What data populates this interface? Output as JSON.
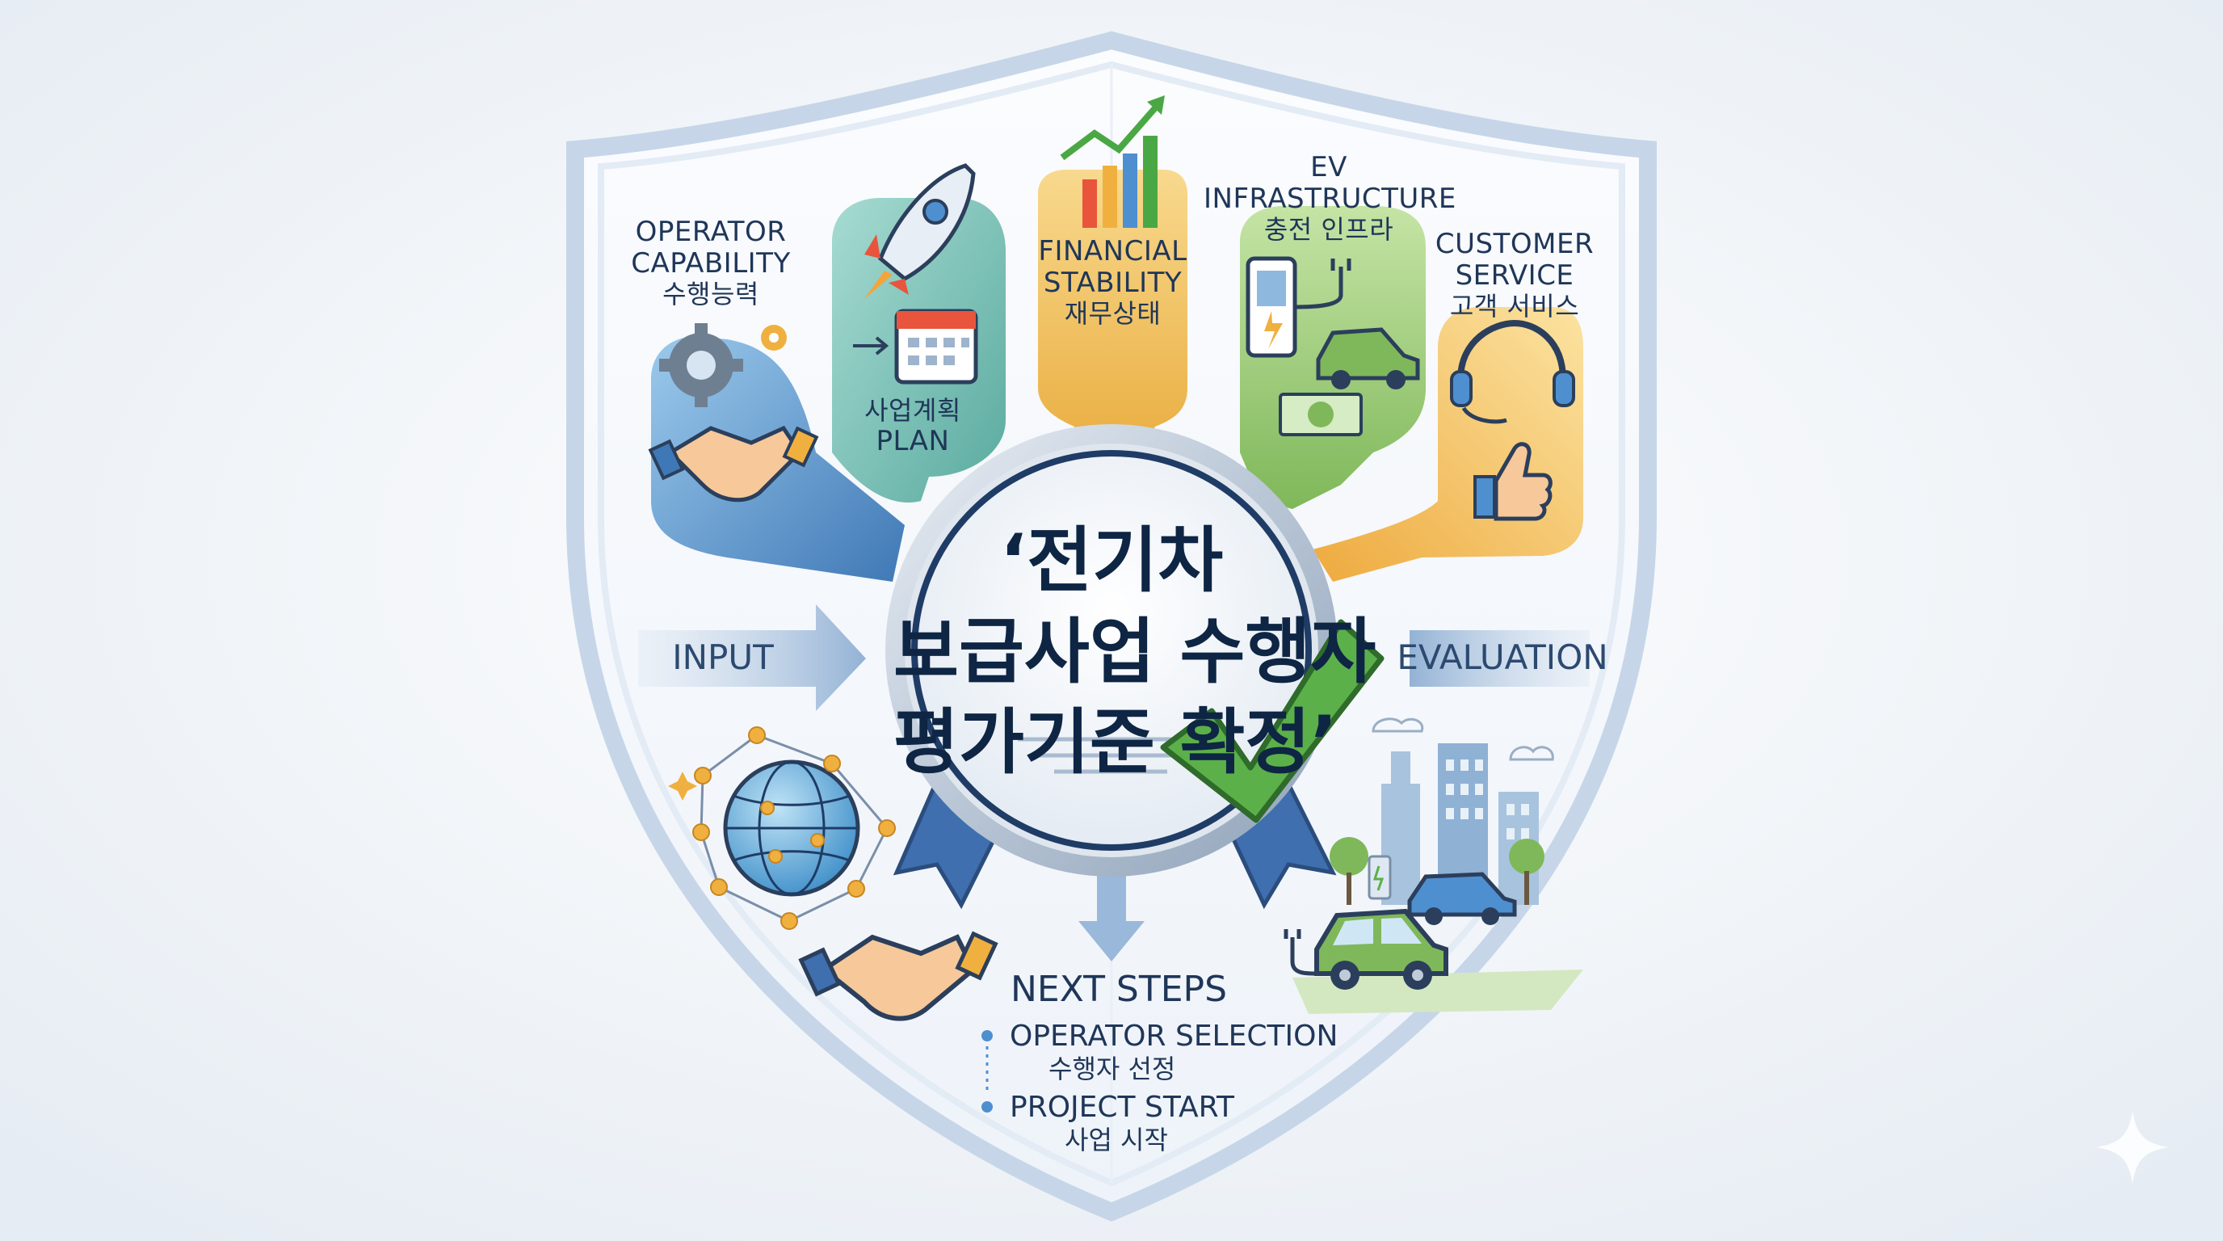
{
  "center": {
    "headline_line1": "‘전기차",
    "headline_line2": "보급사업 수행자",
    "headline_line3": "평가기준 확정’"
  },
  "criteria": {
    "operator_capability": {
      "en_line1": "OPERATOR",
      "en_line2": "CAPABILITY",
      "ko": "수행능력"
    },
    "plan": {
      "ko": "사업계획",
      "en": "PLAN"
    },
    "financial_stability": {
      "en_line1": "FINANCIAL",
      "en_line2": "STABILITY",
      "ko": "재무상태"
    },
    "ev_infrastructure": {
      "en_line1": "EV",
      "en_line2": "INFRASTRUCTURE",
      "ko": "충전 인프라"
    },
    "customer_service": {
      "en_line1": "CUSTOMER",
      "en_line2": "SERVICE",
      "ko": "고객 서비스"
    }
  },
  "flow": {
    "input": "INPUT",
    "evaluation": "EVALUATION"
  },
  "next_steps": {
    "title": "NEXT STEPS",
    "items": [
      {
        "en": "OPERATOR SELECTION",
        "ko": "수행자 선정"
      },
      {
        "en": "PROJECT START",
        "ko": "사업 시작"
      }
    ]
  },
  "colors": {
    "background": "#eef2f7",
    "shield_fill": "#f4f7fb",
    "shield_rim": "#c6d6e8",
    "operator_panel": "#7fb6e0",
    "plan_panel": "#8ccfc6",
    "financial_panel": "#f3c35f",
    "infra_panel": "#9ccd6e",
    "service_panel": "#f7cd63",
    "text_dark": "#1f3658",
    "check_green": "#5bb04a"
  },
  "icons": [
    "gear-icon",
    "handshake-icon",
    "rocket-icon",
    "calendar-icon",
    "bar-chart-icon",
    "charging-station-icon",
    "car-icon",
    "money-icon",
    "headset-icon",
    "thumbs-up-icon",
    "globe-network-icon",
    "checkmark-icon",
    "city-icon",
    "arrow-icon",
    "sparkle-icon"
  ]
}
